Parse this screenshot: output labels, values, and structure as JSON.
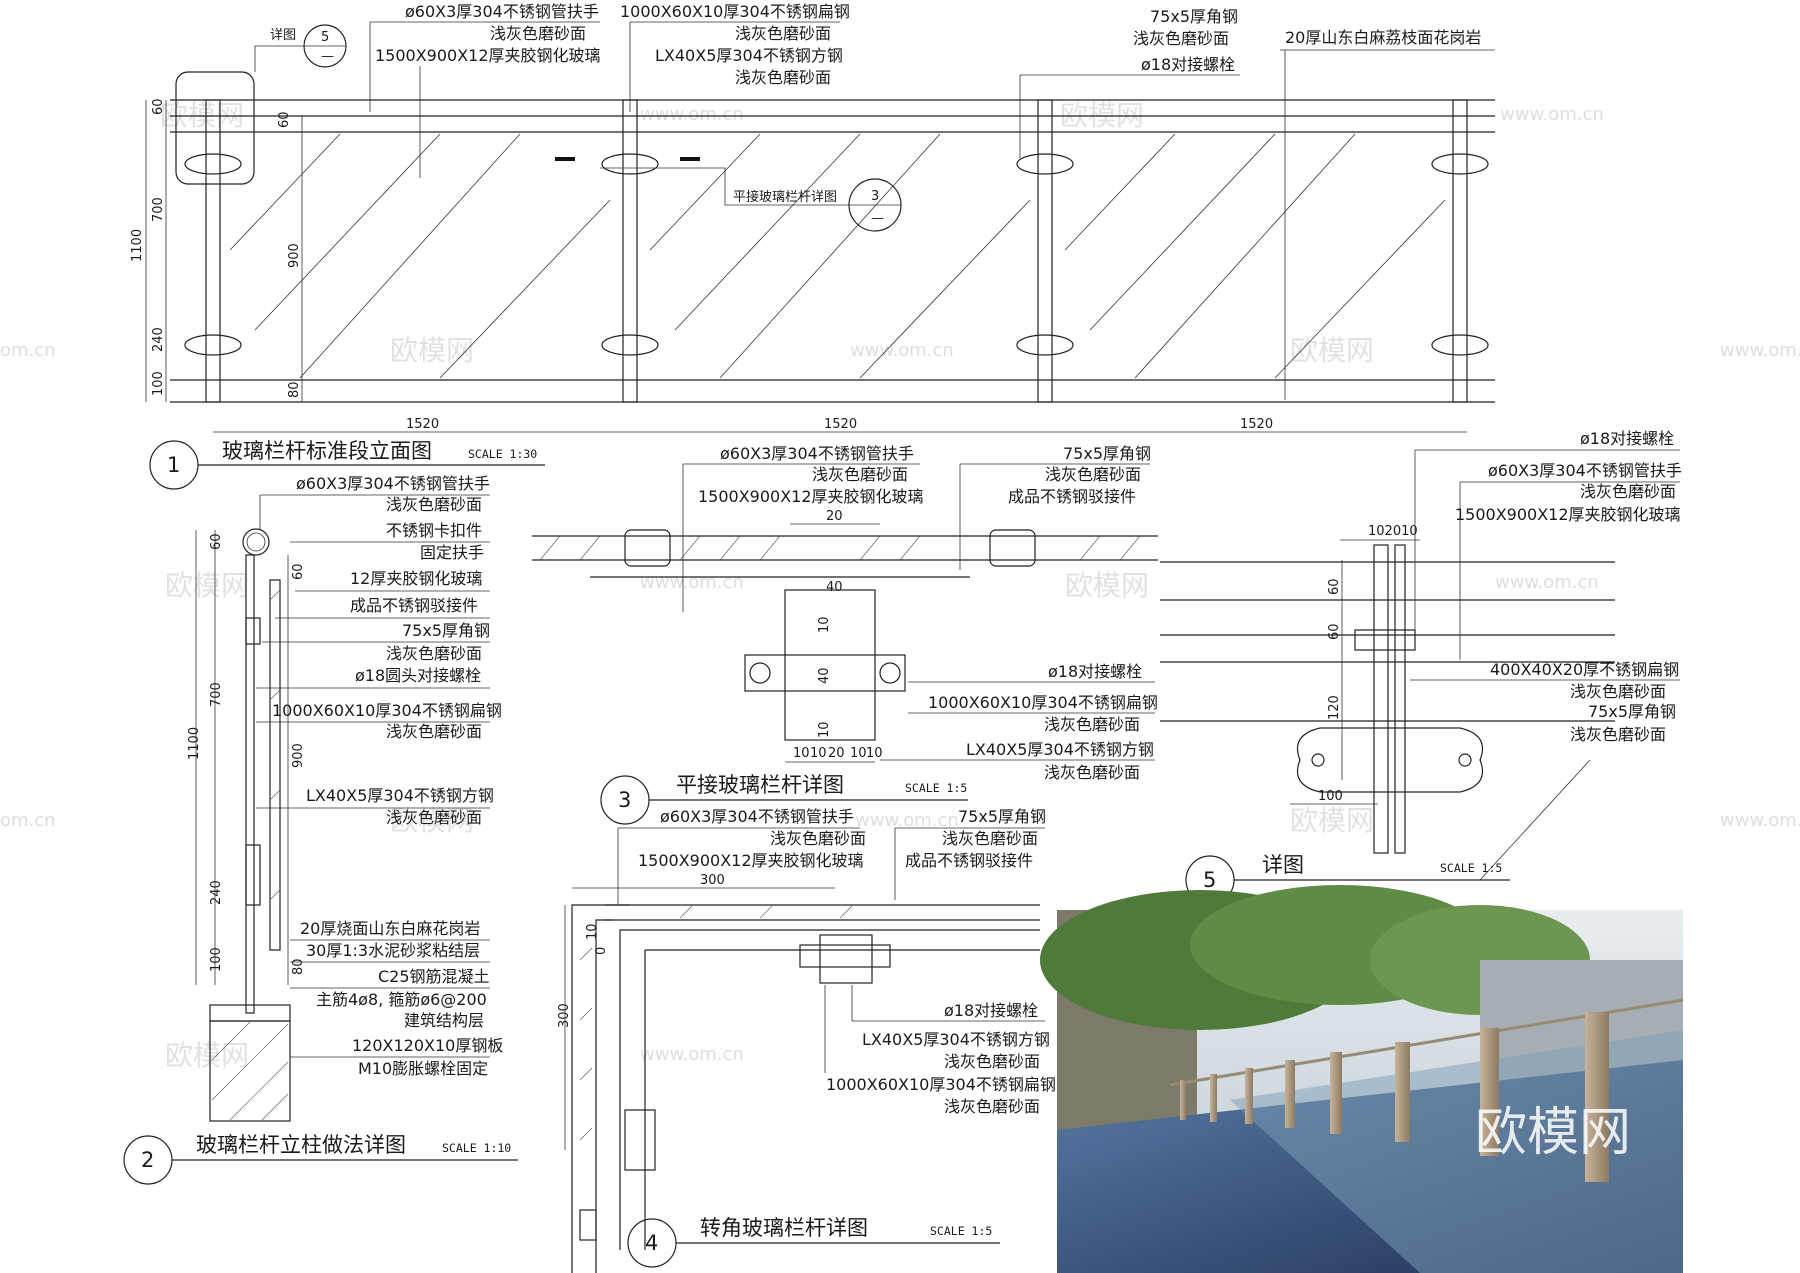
{
  "watermarks": {
    "site": "www.om.cn",
    "brand": "欧模网",
    "partial_left": "om.cn",
    "partial_right": "www.om.cn"
  },
  "drawing1": {
    "index": "1",
    "title": "玻璃栏杆标准段立面图",
    "scale": "SCALE 1:30",
    "callout_label": "详图",
    "callout_num": "5",
    "callout_sheet": "—",
    "callout3_label": "平接玻璃栏杆详图",
    "callout3_num": "3",
    "callout3_sheet": "—",
    "labels": {
      "handrail": "ø60X3厚304不锈钢管扶手",
      "handrail_finish": "浅灰色磨砂面",
      "glass": "1500X900X12厚夹胶钢化玻璃",
      "flat_bar": "1000X60X10厚304不锈钢扁钢",
      "flat_bar_finish": "浅灰色磨砂面",
      "square_tube": "LX40X5厚304不锈钢方钢",
      "square_tube_finish": "浅灰色磨砂面",
      "angle": "75x5厚角钢",
      "angle_finish": "浅灰色磨砂面",
      "bolt": "ø18对接螺栓",
      "granite": "20厚山东白麻荔枝面花岗岩"
    },
    "dims": {
      "total": "1100",
      "top": "60",
      "top2": "60",
      "mid": "700",
      "glass_h": "900",
      "low": "240",
      "base": "100",
      "base2": "80",
      "span1": "1520",
      "span2": "1520",
      "span3": "1520"
    }
  },
  "drawing2": {
    "index": "2",
    "title": "玻璃栏杆立柱做法详图",
    "scale": "SCALE 1:10",
    "labels": [
      "ø60X3厚304不锈钢管扶手",
      "浅灰色磨砂面",
      "不锈钢卡扣件",
      "固定扶手",
      "12厚夹胶钢化玻璃",
      "成品不锈钢驳接件",
      "75x5厚角钢",
      "浅灰色磨砂面",
      "ø18圆头对接螺栓",
      "1000X60X10厚304不锈钢扁钢",
      "浅灰色磨砂面",
      "LX40X5厚304不锈钢方钢",
      "浅灰色磨砂面",
      "20厚烧面山东白麻花岗岩",
      "30厚1:3水泥砂浆粘结层",
      "C25钢筋混凝土",
      "主筋4ø8, 箍筋ø6@200",
      "建筑结构层",
      "120X120X10厚钢板",
      "M10膨胀螺栓固定"
    ],
    "dims": {
      "total": "1100",
      "top": "60",
      "top2": "60",
      "mid": "700",
      "glass": "900",
      "low": "240",
      "base": "100",
      "base2": "80"
    }
  },
  "drawing3": {
    "index": "3",
    "title": "平接玻璃栏杆详图",
    "scale": "SCALE 1:5",
    "labels_top": [
      "ø60X3厚304不锈钢管扶手",
      "浅灰色磨砂面",
      "1500X900X12厚夹胶钢化玻璃"
    ],
    "labels_top_right": [
      "75x5厚角钢",
      "浅灰色磨砂面",
      "成品不锈钢驳接件"
    ],
    "labels_right": [
      "ø18对接螺栓",
      "1000X60X10厚304不锈钢扁钢",
      "浅灰色磨砂面",
      "LX40X5厚304不锈钢方钢",
      "浅灰色磨砂面"
    ],
    "dims": {
      "gap": "20",
      "w": "40",
      "v10a": "10",
      "v40": "40",
      "v10b": "10",
      "b10a": "10",
      "b10b": "10",
      "b20": "20",
      "b10c": "10",
      "b10d": "10"
    }
  },
  "drawing4": {
    "index": "4",
    "title": "转角玻璃栏杆详图",
    "scale": "SCALE 1:5",
    "labels_top": [
      "ø60X3厚304不锈钢管扶手",
      "浅灰色磨砂面",
      "1500X900X12厚夹胶钢化玻璃"
    ],
    "labels_top_right": [
      "75x5厚角钢",
      "浅灰色磨砂面",
      "成品不锈钢驳接件"
    ],
    "labels_right": [
      "ø18对接螺栓",
      "LX40X5厚304不锈钢方钢",
      "浅灰色磨砂面",
      "1000X60X10厚304不锈钢扁钢",
      "浅灰色磨砂面"
    ],
    "dims": {
      "w300": "300",
      "h300": "300",
      "s10": "10",
      "s0": "0"
    }
  },
  "drawing5": {
    "index": "5",
    "title": "详图",
    "scale": "SCALE 1:5",
    "labels_top": [
      "ø18对接螺栓",
      "ø60X3厚304不锈钢管扶手",
      "浅灰色磨砂面",
      "1500X900X12厚夹胶钢化玻璃"
    ],
    "labels_right": [
      "400X40X20厚不锈钢扁钢",
      "浅灰色磨砂面",
      "75x5厚角钢",
      "浅灰色磨砂面"
    ],
    "dims": {
      "top": "102010",
      "v60a": "60",
      "v60b": "60",
      "v120": "120",
      "h100": "100"
    }
  },
  "photo": {
    "watermark": "欧模网"
  }
}
